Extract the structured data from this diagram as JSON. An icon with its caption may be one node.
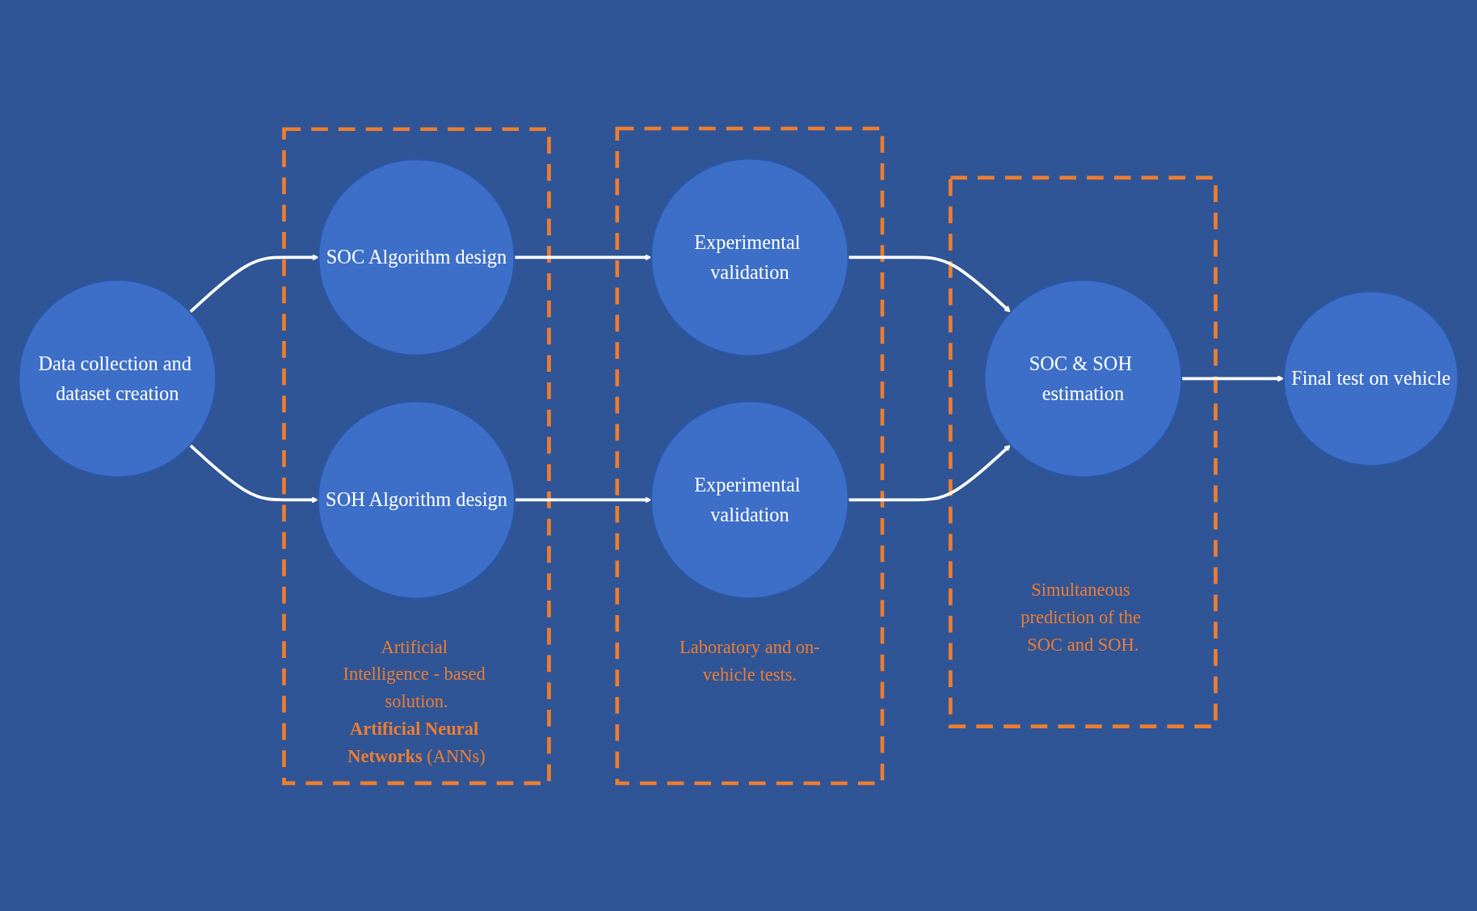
{
  "diagram": {
    "nodes": [
      {
        "text": [
          "Data collection and dataset creation"
        ]
      },
      {
        "text": [
          "Artificial Intelligence - based solution.",
          "**Artificial Neural Networks** (ANNs)"
        ]
      },
      {
        "text": [
          "SOC Algorithm design"
        ],
        "in": 1
      },
      {
        "text": [
          "SOH Algorithm design"
        ],
        "in": 1
      },
      {
        "text": [
          "Laboratory and on-vehicle tests."
        ]
      },
      {
        "text": [
          "Experimental validation"
        ],
        "in": 4
      },
      {
        "text": [
          "Experimental validation"
        ],
        "in": 4
      },
      {
        "text": [
          "Simultaneous prediction of the SOC and SOH."
        ]
      },
      {
        "text": [
          "SOC & SOH estimation"
        ],
        "in": 7
      },
      {
        "text": [
          "Final test on vehicle"
        ]
      }
    ],
    "edges": [
      {
        "from": 0,
        "to": 2,
        "arrow": "to"
      },
      {
        "from": 0,
        "to": 3,
        "arrow": "to"
      },
      {
        "from": 2,
        "to": 5,
        "arrow": "to"
      },
      {
        "from": 3,
        "to": 6,
        "arrow": "to"
      },
      {
        "from": 5,
        "to": 8,
        "arrow": "to"
      },
      {
        "from": 6,
        "to": 8,
        "arrow": "to"
      },
      {
        "from": 8,
        "to": 9,
        "arrow": "to"
      }
    ]
  }
}
